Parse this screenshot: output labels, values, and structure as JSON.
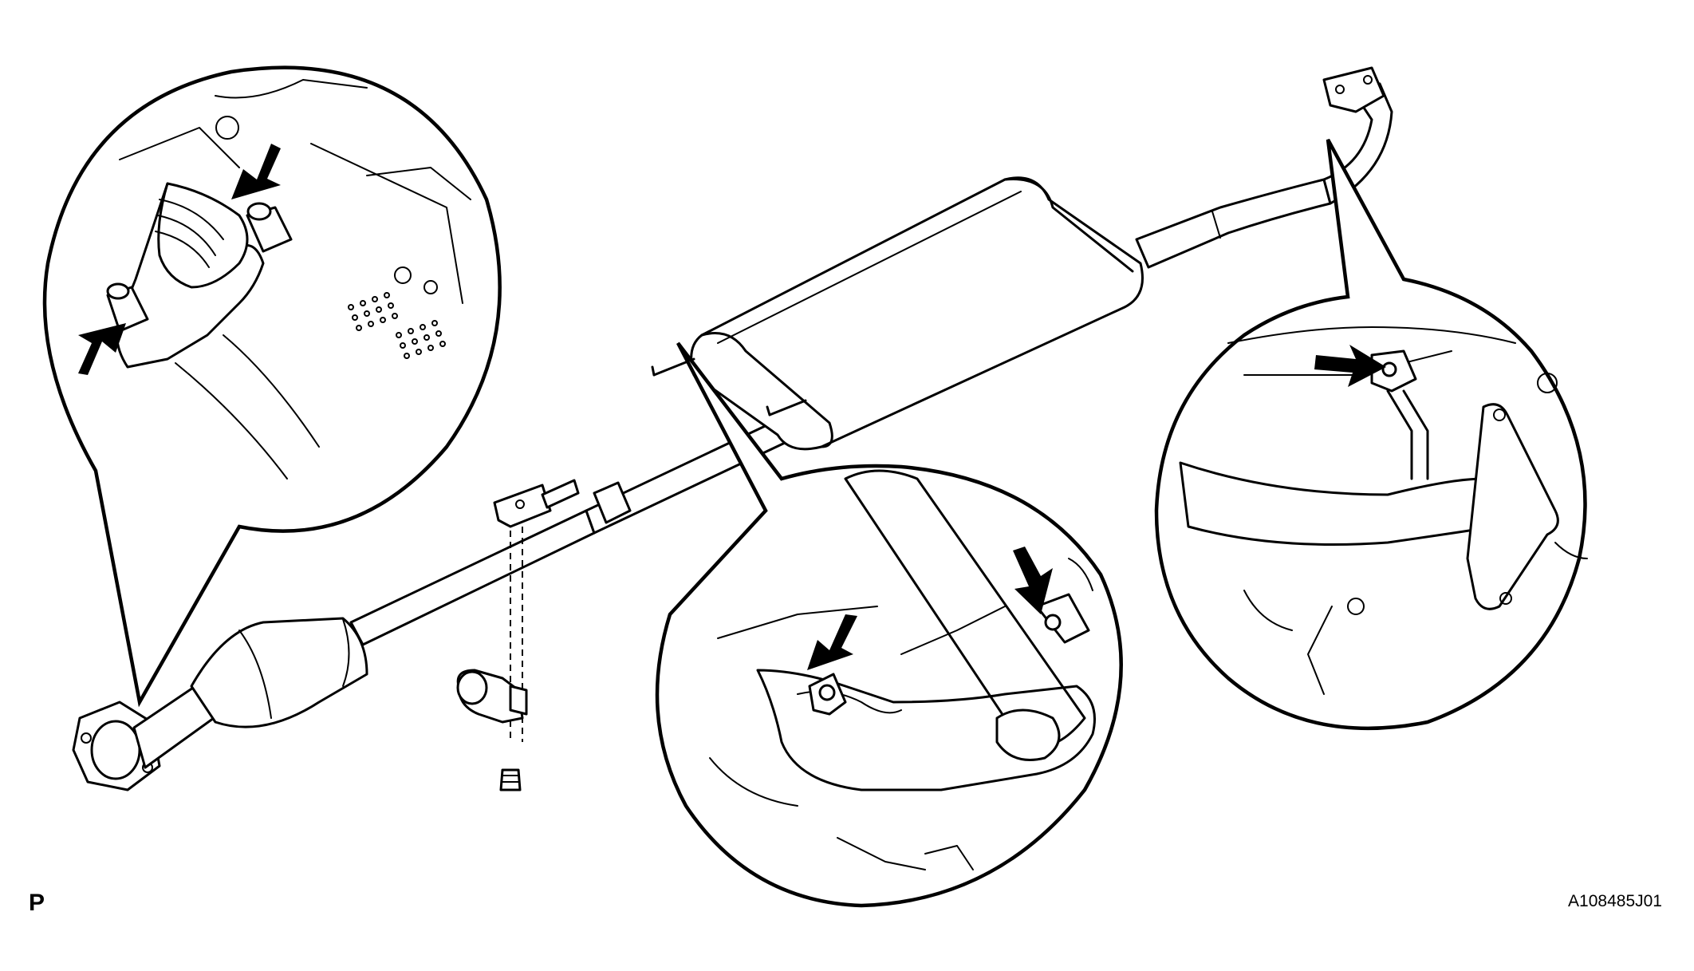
{
  "view_code": "P",
  "figure_id": "A108485J01",
  "colors": {
    "line": "#000000",
    "background": "#ffffff"
  },
  "callouts": [
    {
      "name": "front-pipe-flange-detail",
      "arrow_count": 2
    },
    {
      "name": "muffler-hanger-detail",
      "arrow_count": 2
    },
    {
      "name": "tailpipe-hanger-detail",
      "arrow_count": 1
    }
  ]
}
